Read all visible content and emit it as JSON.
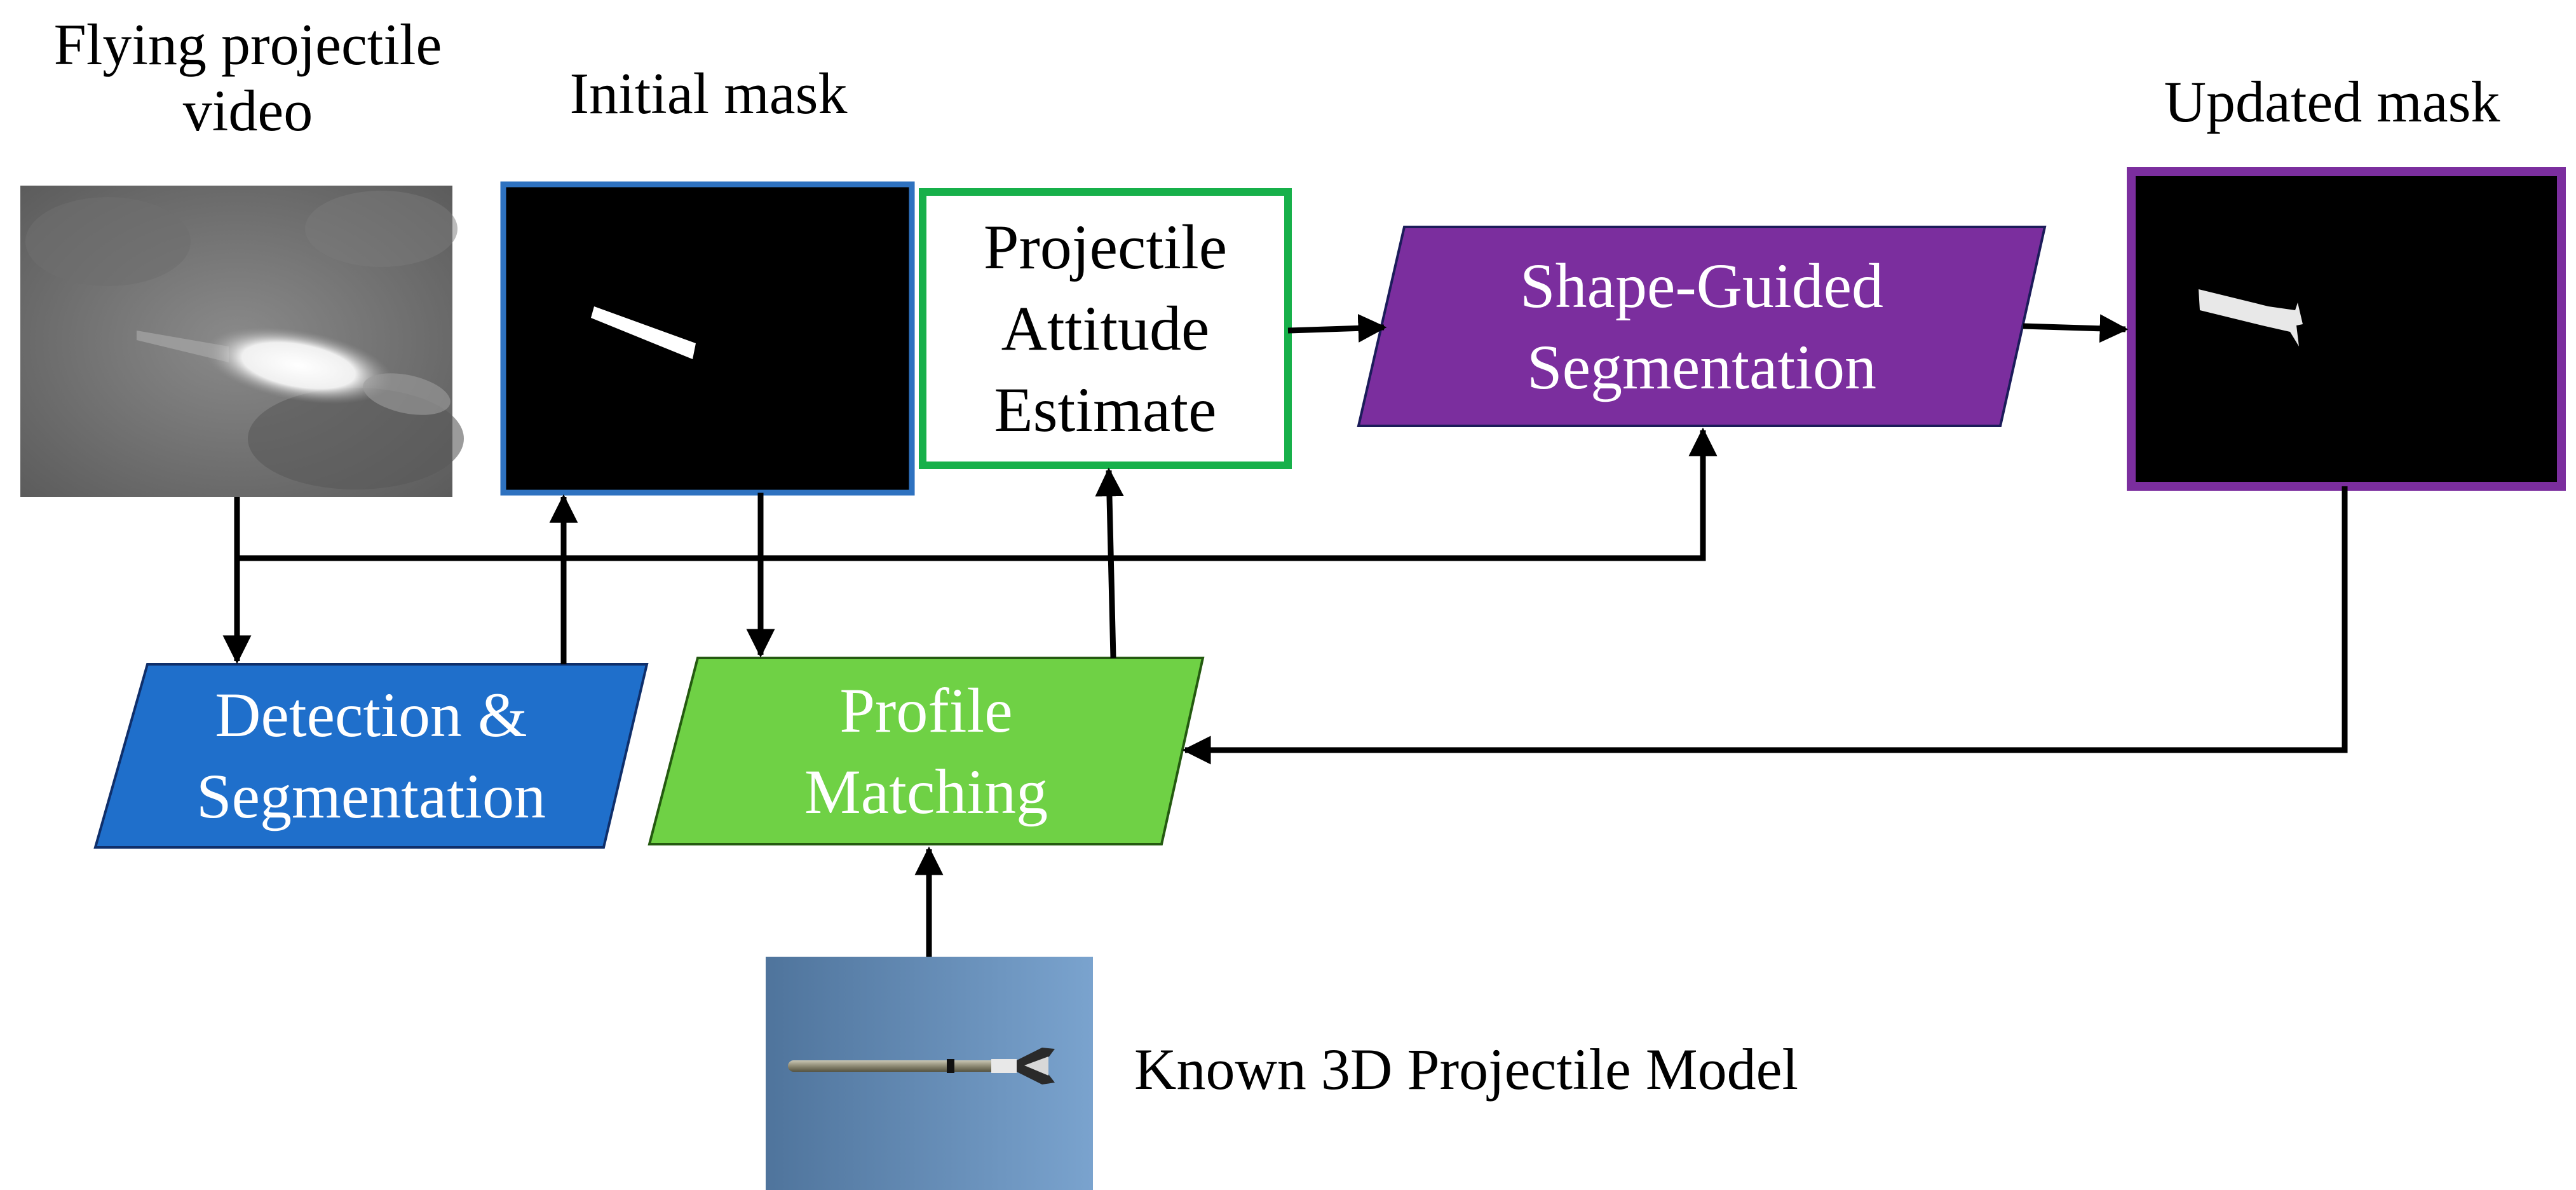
{
  "captions": {
    "video_line1": "Flying projectile",
    "video_line2": "video",
    "initial_mask": "Initial mask",
    "updated_mask": "Updated mask",
    "model": "Known 3D Projectile Model"
  },
  "boxes": {
    "attitude": [
      "Projectile",
      "Attitude",
      "Estimate"
    ],
    "shape_guided": [
      "Shape-Guided",
      "Segmentation"
    ],
    "detection": [
      "Detection &",
      "Segmentation"
    ],
    "profile": [
      "Profile",
      "Matching"
    ]
  },
  "colors": {
    "blue": "#1f6fcb",
    "green": "#6fd145",
    "green_border": "#17b04a",
    "purple": "#7b2e9e",
    "mask_blue_border": "#2e72c0",
    "mask_purple_border": "#7b2e9e",
    "arrow": "#000000"
  }
}
